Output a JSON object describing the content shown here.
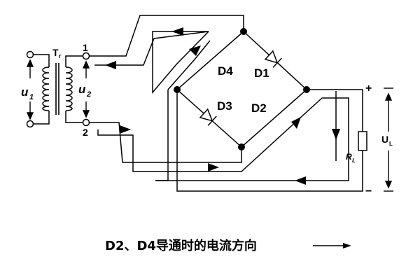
{
  "diagram": {
    "transformer_label": "T",
    "transformer_sub": "r",
    "primary_voltage": "u",
    "primary_sub": "1",
    "secondary_voltage": "u",
    "secondary_sub": "2",
    "terminal_top": "1",
    "terminal_bottom": "2",
    "diodes": {
      "d1": "D1",
      "d2": "D2",
      "d3": "D3",
      "d4": "D4"
    },
    "load_resistor": "R",
    "load_resistor_sub": "L",
    "output_voltage": "U",
    "output_voltage_sub": "L",
    "plus_sign": "+",
    "minus_sign": "−",
    "caption": "D2、D4导通时的电流方向"
  }
}
